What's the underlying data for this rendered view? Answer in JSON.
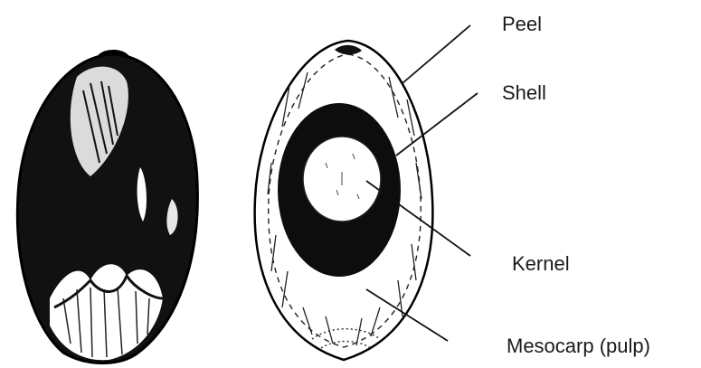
{
  "diagram": {
    "labels": {
      "peel": "Peel",
      "shell": "Shell",
      "kernel": "Kernel",
      "mesocarp": "Mesocarp (pulp)"
    },
    "colors": {
      "ink": "#111111",
      "paper": "#ffffff"
    },
    "icons": {
      "whole_fruit": "whole-fruit-drawing",
      "cross_section": "fruit-cross-section-drawing"
    }
  }
}
